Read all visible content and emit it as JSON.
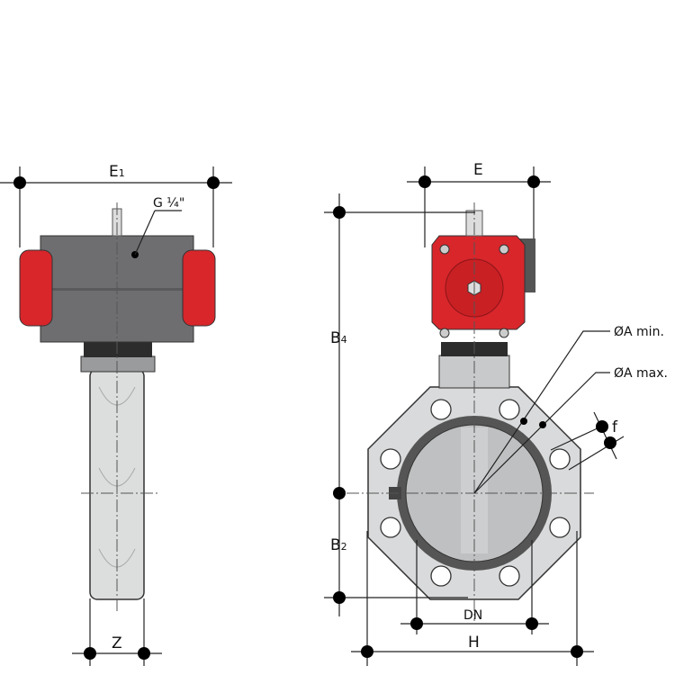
{
  "labels": {
    "e1": {
      "main": "E",
      "sub": "1"
    },
    "thread": "G ¼\"",
    "e": "E",
    "b4": {
      "main": "B",
      "sub": "4"
    },
    "b2": {
      "main": "B",
      "sub": "2"
    },
    "a_min": "ØA min.",
    "a_max": "ØA max.",
    "f": "f",
    "dn": "DN",
    "z": "Z",
    "h": "H"
  },
  "colors": {
    "actuator_red": "#d8262b",
    "actuator_gray": "#6e6e70",
    "body_gray": "#d9dadb"
  }
}
